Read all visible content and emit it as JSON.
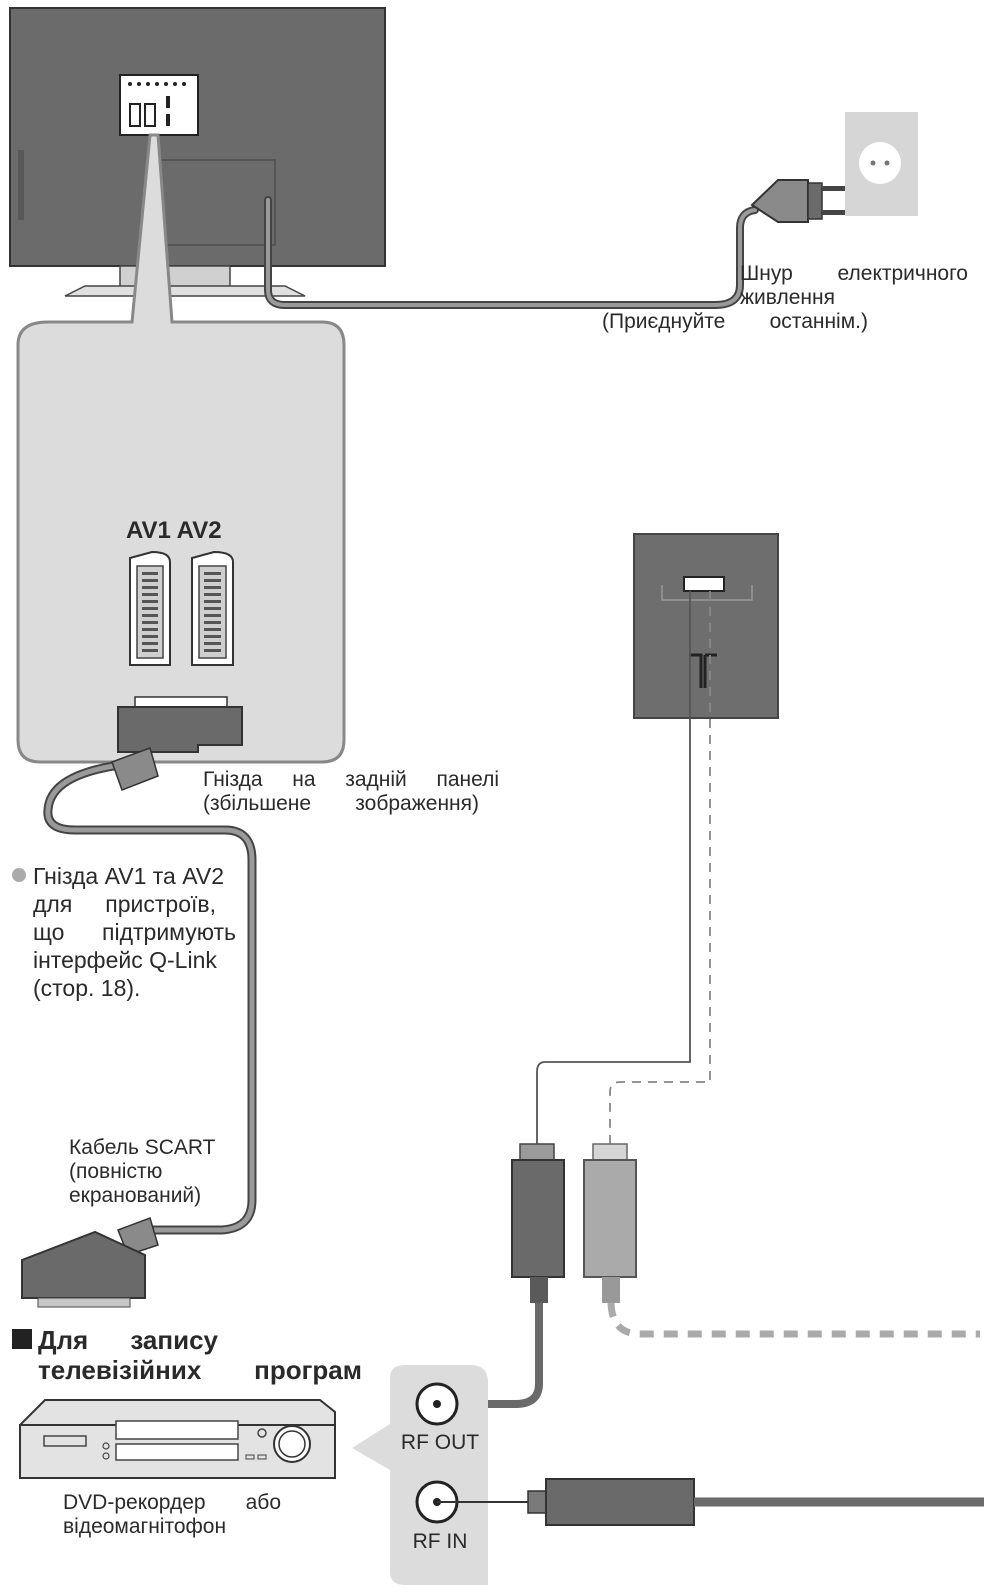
{
  "labels": {
    "power_cord_line1": "Шнур електричного",
    "power_cord_line2": "живлення",
    "power_cord_line3": "(Приєднуйте останнім.)",
    "av_header": "AV1 AV2",
    "rear_line1": "Гнізда на задній панелі",
    "rear_line2": "(збільшене зображення)",
    "qlink_line1": "Гнізда AV1 та AV2",
    "qlink_line2": "для пристроїв,",
    "qlink_line3": "що підтримують",
    "qlink_line4": "інтерфейс Q-Link",
    "qlink_line5": "(стор. 18).",
    "scart_line1": "Кабель SCART",
    "scart_line2": "(повністю",
    "scart_line3": "екранований)",
    "section_line1": "Для запису",
    "section_line2": "телевізійних програм",
    "recorder_line1": "DVD-рекордер або",
    "recorder_line2": "відеомагнітофон",
    "rf_out": "RF OUT",
    "rf_in": "RF IN"
  },
  "colors": {
    "tv_body": "#6b6b6b",
    "panel_fill": "#dcdcdc",
    "socket_fill": "#d2d2d2",
    "antenna_box": "#6e6e6e",
    "cable_dark": "#6a6a6a",
    "cable_light": "#aaaaaa"
  }
}
